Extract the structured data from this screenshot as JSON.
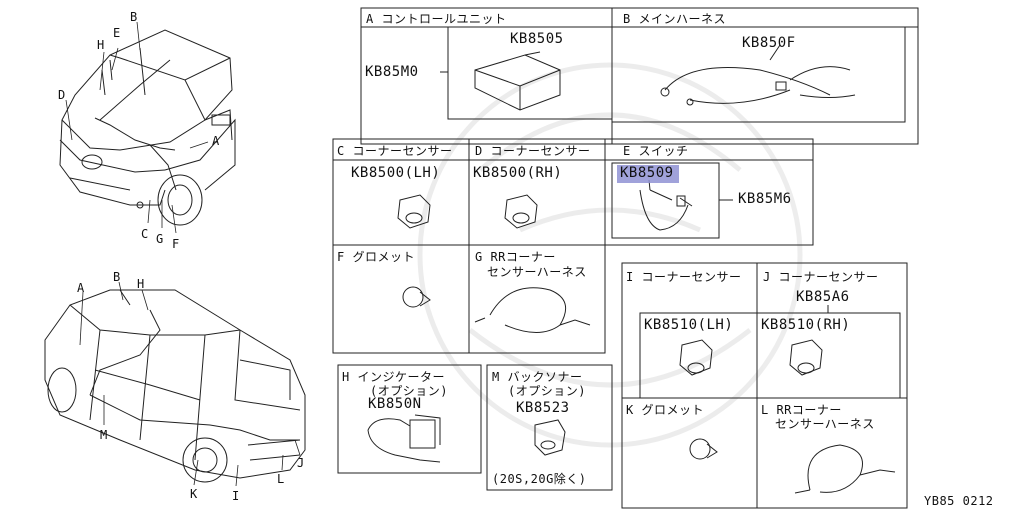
{
  "diagram_id": "YB85 0212",
  "car_labels": {
    "top": [
      "A",
      "B",
      "C",
      "D",
      "E",
      "F",
      "G",
      "H"
    ],
    "bottom": [
      "A",
      "B",
      "H",
      "I",
      "J",
      "K",
      "L",
      "M"
    ]
  },
  "sections": {
    "A": {
      "title": "A コントロールユニット",
      "code": "KB8505",
      "assembly": "KB85M0"
    },
    "B": {
      "title": "B メインハーネス",
      "code": "KB850F"
    },
    "C": {
      "title": "C コーナーセンサー",
      "code": "KB8500(LH)"
    },
    "D": {
      "title": "D コーナーセンサー",
      "code": "KB8500(RH)"
    },
    "E": {
      "title": "E スイッチ",
      "code": "KB8509",
      "assembly": "KB85M6"
    },
    "F": {
      "title": "F グロメット"
    },
    "G": {
      "title_line1": "G RRコーナー",
      "title_line2": "センサーハーネス"
    },
    "H": {
      "title_line1": "H インジケーター",
      "title_line2": "(オプション)",
      "code": "KB850N"
    },
    "M": {
      "title_line1": "M バックソナー",
      "title_line2": "(オプション)",
      "code": "KB8523",
      "note": "(20S,20G除く)"
    },
    "I": {
      "title": "I コーナーセンサー",
      "code": "KB8510(LH)"
    },
    "J": {
      "title": "J コーナーセンサー",
      "assembly": "KB85A6",
      "code": "KB8510(RH)"
    },
    "K": {
      "title": "K グロメット"
    },
    "L": {
      "title_line1": "L RRコーナー",
      "title_line2": "センサーハーネス"
    }
  },
  "highlight": {
    "color": "#8f92d4",
    "target": "KB8509"
  }
}
